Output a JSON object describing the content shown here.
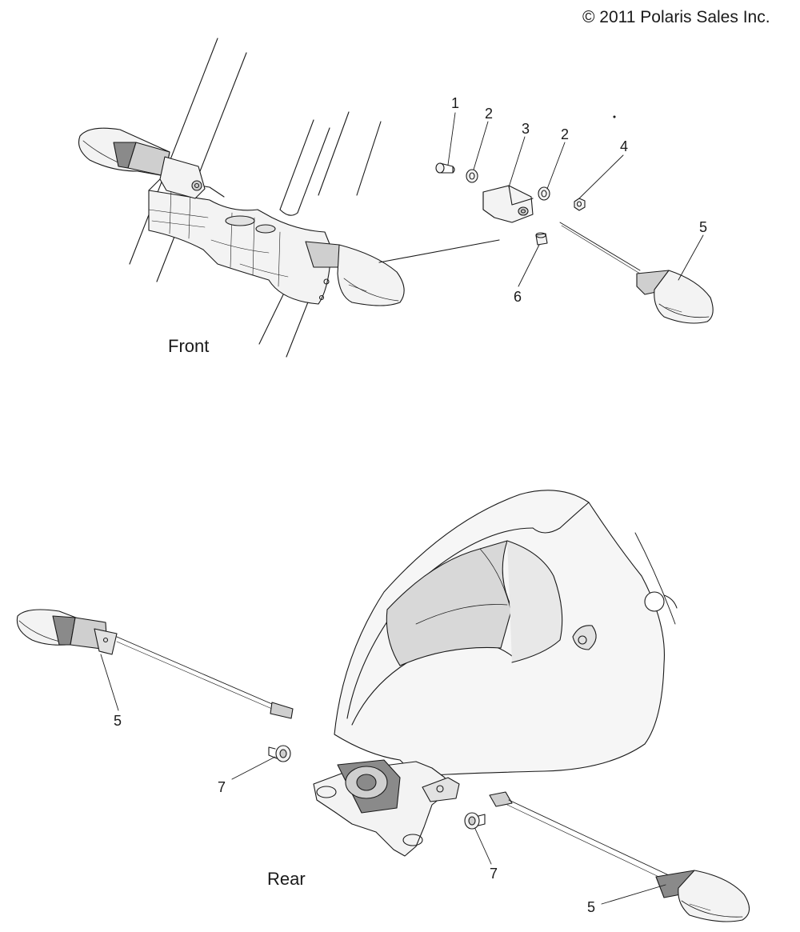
{
  "copyright": "© 2011 Polaris Sales Inc.",
  "sections": {
    "front": "Front",
    "rear": "Rear"
  },
  "callouts": [
    "1",
    "2",
    "3",
    "2",
    "4",
    "5",
    "6",
    "5",
    "7",
    "7",
    "5"
  ],
  "colors": {
    "line": "#1a1a1a",
    "part_fill": "#f3f3f3",
    "shade": "#cfcfcf",
    "dark_shade": "#8a8a8a",
    "background": "#ffffff"
  }
}
